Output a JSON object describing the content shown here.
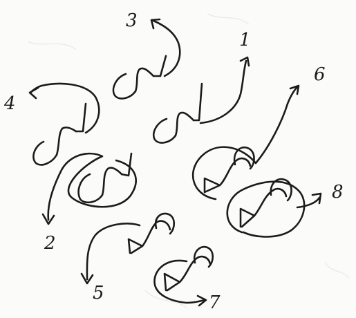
{
  "labels": {
    "l1": "1",
    "l2": "2",
    "l3": "3",
    "l4": "4",
    "l5": "5",
    "l6": "6",
    "l7": "7",
    "l8": "8"
  },
  "ink_color": "#1b1b1b",
  "paper_color": "#fbfbfa"
}
